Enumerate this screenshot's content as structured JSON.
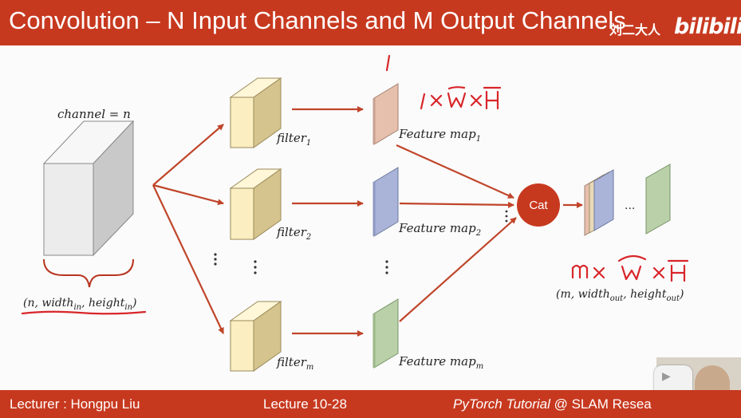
{
  "slide": {
    "title": "Convolution – N Input Channels and M Output Channels",
    "watermark_cn": "刘二大人",
    "watermark_logo": "bilibili"
  },
  "footer": {
    "lecturer": "Lecturer : Hongpu Liu",
    "lecture": "Lecture 10-28",
    "course_italic": "PyTorch Tutorial",
    "course_rest": " @ SLAM Resea"
  },
  "diagram": {
    "input_channel_label": "channel = n",
    "input_dims": {
      "open": "(",
      "n": "n, width",
      "in1": "in",
      "mid": ", height",
      "in2": "in",
      "close": ")"
    },
    "filters": [
      {
        "base": "filter",
        "sub": "1"
      },
      {
        "base": "filter",
        "sub": "2"
      },
      {
        "base": "filter",
        "sub": "m"
      }
    ],
    "feature_maps": [
      {
        "base": "Feature map",
        "sub": "1"
      },
      {
        "base": "Feature map",
        "sub": "2"
      },
      {
        "base": "Feature map",
        "sub": "m"
      }
    ],
    "cat_label": "Cat",
    "ellipsis": "...",
    "output_dims": {
      "open": "(",
      "m": "m, width",
      "out1": "out",
      "mid": ", height",
      "out2": "out",
      "close": ")"
    }
  },
  "colors": {
    "header": "#c7391f",
    "arrow": "#c0452a",
    "filter_front": "#fbeec1",
    "map1": "#e7c0ad",
    "map2": "#aab4d9",
    "map3": "#b9d0a9",
    "annotation": "#d8262a"
  }
}
